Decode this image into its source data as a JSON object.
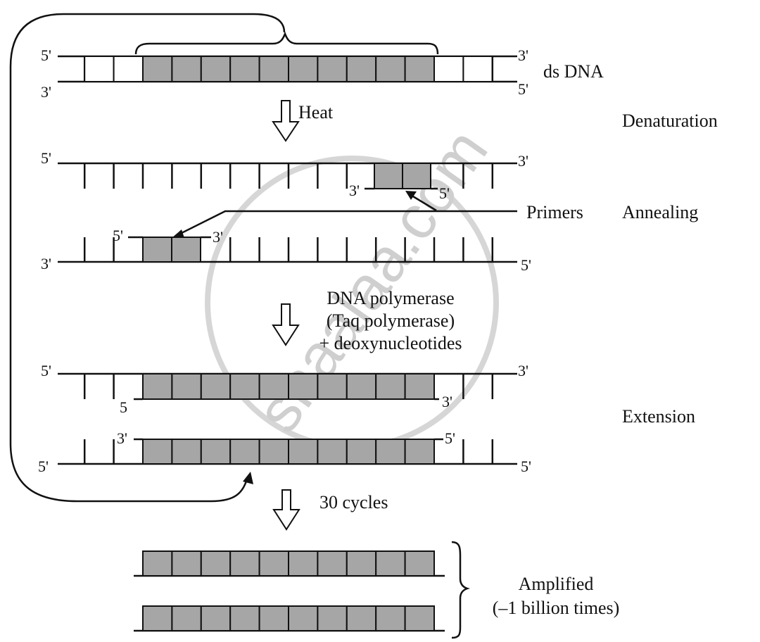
{
  "title": "Polymerase Chain Reaction (PCR)",
  "watermark": "shaalaa.com",
  "steps": {
    "ds_dna": {
      "label": "ds DNA",
      "top_left": "5'",
      "top_right": "3'",
      "bottom_left": "3'",
      "bottom_right": "5'"
    },
    "heat": {
      "label": "Heat"
    },
    "denaturation": {
      "label": "Denaturation"
    },
    "annealing": {
      "label": "Annealing",
      "primers_label": "Primers",
      "strand1": {
        "left": "5'",
        "right": "3'",
        "primer_left": "3'",
        "primer_right": "5'"
      },
      "strand2": {
        "left": "3'",
        "right": "5'",
        "primer_left": "5'",
        "primer_right": "3'"
      }
    },
    "polymerase": {
      "line1": "DNA polymerase",
      "line2": "(Taq polymerase)",
      "line3": "+ deoxynucleotides"
    },
    "extension": {
      "label": "Extension",
      "strand1": {
        "left": "5'",
        "right": "3'",
        "new_left": "5",
        "new_right": "3'"
      },
      "strand2": {
        "left": "5'",
        "right": "5'",
        "new_left": "3'",
        "new_right": "5'"
      }
    },
    "cycles": {
      "label": "30 cycles"
    },
    "amplified": {
      "line1": "Amplified",
      "line2": "(–1 billion times)"
    }
  },
  "colors": {
    "segment_fill": "#a6a6a6",
    "line": "#111111",
    "watermark": "#d6d6d6"
  },
  "segments": {
    "target_count": 10,
    "flank_count_each_side": 3
  }
}
